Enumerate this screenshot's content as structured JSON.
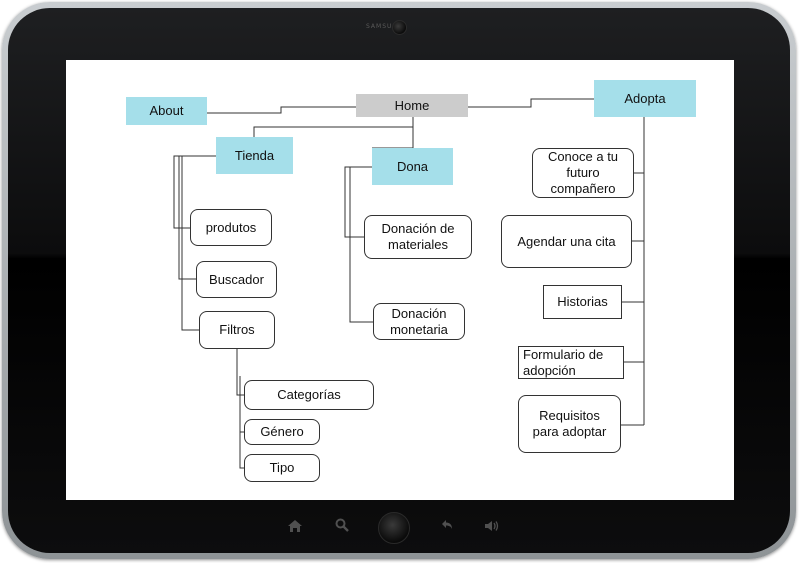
{
  "device": {
    "brand_text": "SAMSUNG"
  },
  "diagram": {
    "home": "Home",
    "about": "About",
    "adopta": "Adopta",
    "tienda": "Tienda",
    "dona": "Dona",
    "tienda_items": {
      "produtos": "produtos",
      "buscador": "Buscador",
      "filtros": "Filtros"
    },
    "filtros_items": {
      "categorias": "Categorías",
      "genero": "Género",
      "tipo": "Tipo"
    },
    "dona_items": {
      "materiales": "Donación de materiales",
      "monetaria": "Donación monetaria"
    },
    "adopta_items": {
      "conoce": "Conoce a tu futuro compañero",
      "agendar": "Agendar una cita",
      "historias": "Historias",
      "formulario": "Formulario de adopción",
      "requisitos": "Requisitos para adoptar"
    }
  },
  "bottom_bar": {
    "icons": [
      "home-icon",
      "search-icon",
      "home-button",
      "back-icon",
      "volume-icon"
    ]
  }
}
